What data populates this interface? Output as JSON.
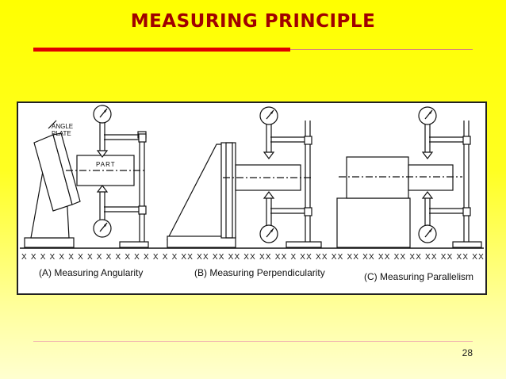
{
  "slide": {
    "title": "MEASURING PRINCIPLE",
    "page_number": "28",
    "accent_color": "#e00000",
    "title_color": "#a00000"
  },
  "figure": {
    "labels": {
      "angle_plate_line1": "ANGLE",
      "angle_plate_line2": "PLATE",
      "part": "PART"
    },
    "captions": {
      "a": "(A) Measuring Angularity",
      "b": "(B) Measuring Perpendicularity",
      "c": "(C) Measuring Parallelism"
    }
  }
}
